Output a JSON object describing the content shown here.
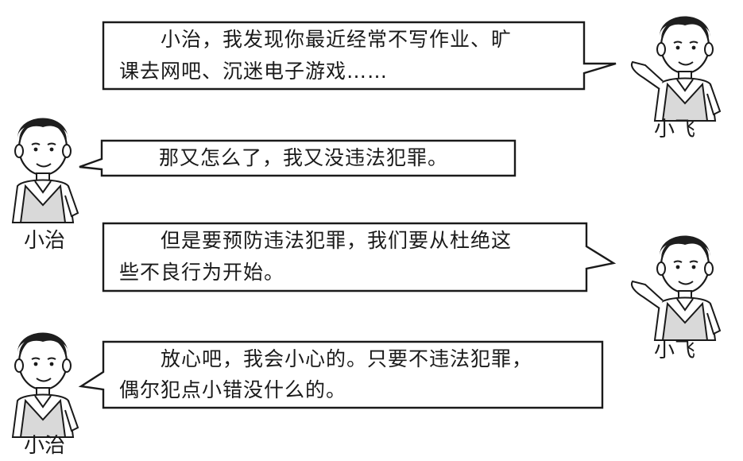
{
  "dialogue": [
    {
      "speaker": "小飞",
      "lines": [
        "　　小治，我发现你最近经常不写作业、旷",
        "课去网吧、沉迷电子游戏……"
      ]
    },
    {
      "speaker": "小治",
      "lines": [
        "　　那又怎么了，我又没违法犯罪。"
      ]
    },
    {
      "speaker": "小飞",
      "lines": [
        "　　但是要预防违法犯罪，我们要从杜绝这",
        "些不良行为开始。"
      ]
    },
    {
      "speaker": "小治",
      "lines": [
        "　　放心吧，我会小心的。只要不违法犯罪，",
        "偶尔犯点小错没什么的。"
      ]
    }
  ],
  "names": {
    "xiaofei_top": "小飞",
    "xiaozhi_top": "小治",
    "xiaofei_bottom": "小飞",
    "xiaozhi_bottom": "小治"
  },
  "colors": {
    "ink": "#1a1a1a",
    "vest": "#d9d9d9",
    "hair": "#1e1e1e"
  }
}
